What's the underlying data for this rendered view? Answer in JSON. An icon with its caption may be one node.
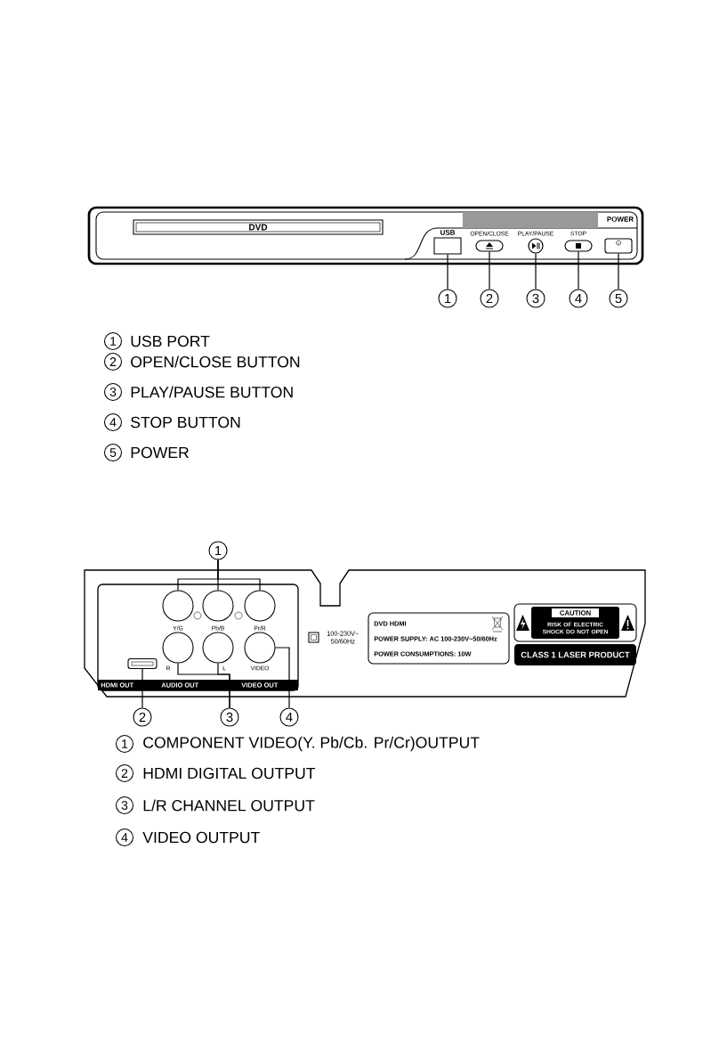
{
  "diagram": {
    "nodes": [
      {
        "text": [
          "USB"
        ]
      },
      {
        "text": [
          "OPEN/CLOSE"
        ]
      },
      {
        "text": [
          "PLAY/PAUSE"
        ]
      },
      {
        "text": [
          "STOP"
        ]
      },
      {
        "text": [
          "POWER"
        ]
      },
      {
        "text": [
          "1"
        ]
      },
      {
        "text": [
          "2"
        ]
      },
      {
        "text": [
          "3"
        ]
      },
      {
        "text": [
          "4"
        ]
      },
      {
        "text": [
          "5"
        ]
      },
      {
        "text": [
          "1"
        ]
      },
      {
        "text": [
          "Y/G"
        ]
      },
      {
        "text": [
          "Pb/B"
        ]
      },
      {
        "text": [
          "Pr/R"
        ]
      },
      {
        "text": [],
        "shape": "box"
      },
      {
        "text": [
          "R"
        ]
      },
      {
        "text": [
          "L"
        ]
      },
      {
        "text": [
          "VIDEO"
        ]
      },
      {
        "text": [
          "2"
        ]
      },
      {
        "text": [
          "3"
        ]
      },
      {
        "text": [
          "4"
        ]
      }
    ],
    "edges": [
      {
        "from": 5,
        "to": 0,
        "arrow": "none"
      },
      {
        "from": 6,
        "to": 1,
        "arrow": "none"
      },
      {
        "from": 7,
        "to": 2,
        "arrow": "none"
      },
      {
        "from": 8,
        "to": 3,
        "arrow": "none"
      },
      {
        "from": 9,
        "to": 4,
        "arrow": "none"
      },
      {
        "from": 10,
        "to": 11,
        "arrow": "none"
      },
      {
        "from": 10,
        "to": 12,
        "arrow": "none"
      },
      {
        "from": 10,
        "to": 13,
        "arrow": "none"
      },
      {
        "from": 18,
        "to": 14,
        "arrow": "none"
      },
      {
        "from": 19,
        "to": 15,
        "arrow": "none"
      },
      {
        "from": 19,
        "to": 16,
        "arrow": "none"
      },
      {
        "from": 20,
        "to": 17,
        "arrow": "none"
      }
    ],
    "labels": [
      "DVD",
      "1",
      "USB PORT",
      "2",
      "OPEN/CLOSE BUTTON",
      "3",
      "PLAY/PAUSE BUTTON",
      "4",
      "STOP BUTTON",
      "5",
      "POWER",
      "HDMI OUT",
      "AUDIO OUT",
      "VIDEO OUT",
      "100-230V~ 50/60Hz",
      "DVD HDMI",
      "POWER SUPPLY: AC 100-230V~50/60Hz",
      "POWER CONSUMPTIONS: 10W",
      "CAUTION",
      "RISK OF ELECTRIC SHOCK DO NOT OPEN",
      "CLASS 1 LASER PRODUCT",
      "1",
      "COMPONENT VIDEO(Y. Pb/Cb. Pr/Cr)OUTPUT",
      "2",
      "HDMI DIGITAL OUTPUT",
      "3",
      "L/R CHANNEL OUTPUT",
      "4",
      "VIDEO OUTPUT"
    ]
  }
}
